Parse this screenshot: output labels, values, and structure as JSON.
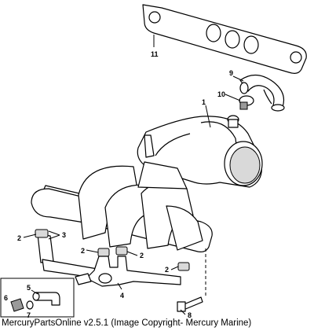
{
  "callouts": {
    "c1": "1",
    "c2a": "2",
    "c2b": "2",
    "c2c": "2",
    "c2d": "2",
    "c3": "3",
    "c4": "4",
    "c5": "5",
    "c6": "6",
    "c7": "7",
    "c8": "8",
    "c9": "9",
    "c10": "10",
    "c11": "11"
  },
  "footer": "MercuryPartsOnline v2.5.1 (Image Copyright- Mercury Marine)"
}
